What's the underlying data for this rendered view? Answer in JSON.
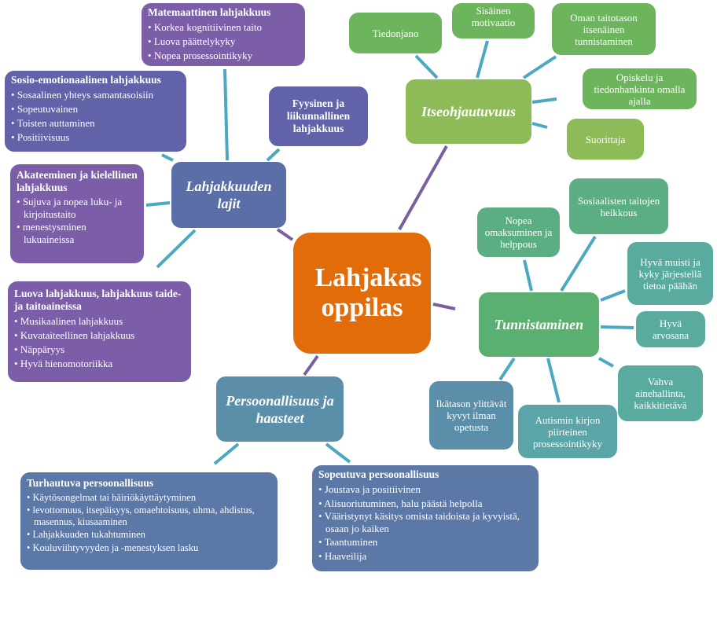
{
  "center": "Lahjakas oppilas",
  "colors": {
    "purple": "#7b5ea7",
    "orange": "#e36c0a",
    "green": "#6cb55c",
    "teal": "#5aab9f",
    "blue": "#5b8fa9",
    "connector": "#4aa8c0"
  },
  "lajit": {
    "title": "Lahjakkuuden lajit",
    "matemaattinen": {
      "heading": "Matemaattinen  lahjakkuus",
      "items": [
        "Korkea kognitiivinen  taito",
        "Luova päättelykyky",
        "Nopea prosessointikyky"
      ]
    },
    "sosio": {
      "heading": "Sosio-emotionaalinen lahjakkuus",
      "items": [
        "Sosaalinen  yhteys  samantasoisiin",
        "Sopeutuvainen",
        "Toisten  auttaminen",
        "Positiivisuus"
      ]
    },
    "fyysinen": "Fyysinen ja liikunnallinen lahjakkuus",
    "akateeminen": {
      "heading": "Akateeminen ja kielellinen lahjakkuus",
      "items": [
        "Sujuva ja nopea luku- ja kirjoitustaito",
        "menestysminen lukuaineissa"
      ]
    },
    "luova": {
      "heading": "Luova lahjakkuus, lahjakkuus taide- ja taitoaineissa",
      "items": [
        "Musikaalinen  lahjakkuus",
        "Kuvataiteellinen  lahjakkuus",
        "Näppäryys",
        "Hyvä hienomotoriikka"
      ]
    }
  },
  "itseohjautuvuus": {
    "title": "Itseohjautuvuus",
    "items": [
      "Tiedonjano",
      "Sisäinen motivaatio",
      "Oman taitotason itsenäinen tunnistaminen",
      "Opiskelu ja tiedonhankinta omalla ajalla",
      "Suorittaja"
    ]
  },
  "tunnistaminen": {
    "title": "Tunnistaminen",
    "items": [
      "Nopea omaksuminen ja helppous",
      "Sosiaalisten taitojen heikkous",
      "Hyvä muisti ja kyky järjestellä tietoa päähän",
      "Hyvä arvosana",
      "Vahva ainehallinta, kaikkitietävä",
      "Autismin kirjon piirteinen prosessointikyky",
      "Ikätason ylittävät kyvyt ilman opetusta"
    ]
  },
  "persoonallisuus": {
    "title": "Persoonallisuus ja haasteet",
    "turhautuva": {
      "heading": "Turhautuva  persoonallisuus",
      "items": [
        "Käytösongelmat  tai  häiriökäyttäytyminen",
        "levottomuus,  itsepäisyys,  omaehtoisuus,  uhma, ahdistus,  masennus, kiusaaminen",
        "Lahjakkuuden  tukahtuminen",
        "Kouluviihtyvyyden  ja  -menestyksen lasku"
      ]
    },
    "sopeutuva": {
      "heading": "Sopeutuva persoonallisuus",
      "items": [
        "Joustava ja positiivinen",
        "Alisuoriutuminen,  halu  päästä helpolla",
        "Vääristynyt käsitys omista taidoista ja kyvyistä,  osaan jo kaiken",
        "Taantuminen",
        "Haaveilija"
      ]
    }
  }
}
